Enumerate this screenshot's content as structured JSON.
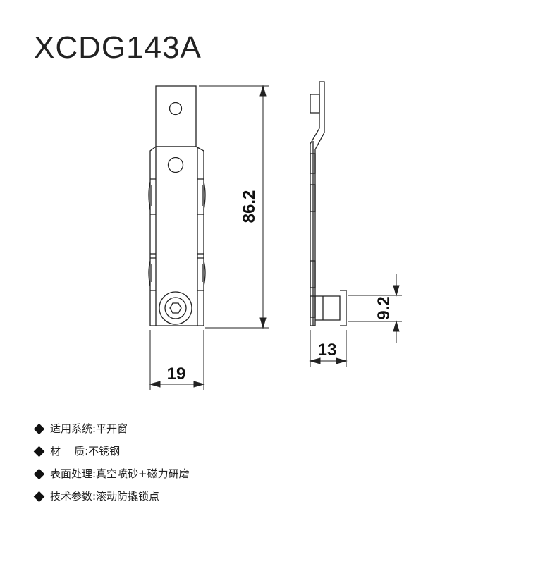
{
  "title": "XCDG143A",
  "dimensions": {
    "height_label": "86.2",
    "width_label": "19",
    "depth_label": "13",
    "roller_label": "9.2"
  },
  "specs": [
    {
      "text": "适用系统:平开窗"
    },
    {
      "text": "材    质:不锈钢"
    },
    {
      "text": "表面处理:真空喷砂+磁力研磨"
    },
    {
      "text": "技术参数:滚动防撬锁点"
    }
  ]
}
